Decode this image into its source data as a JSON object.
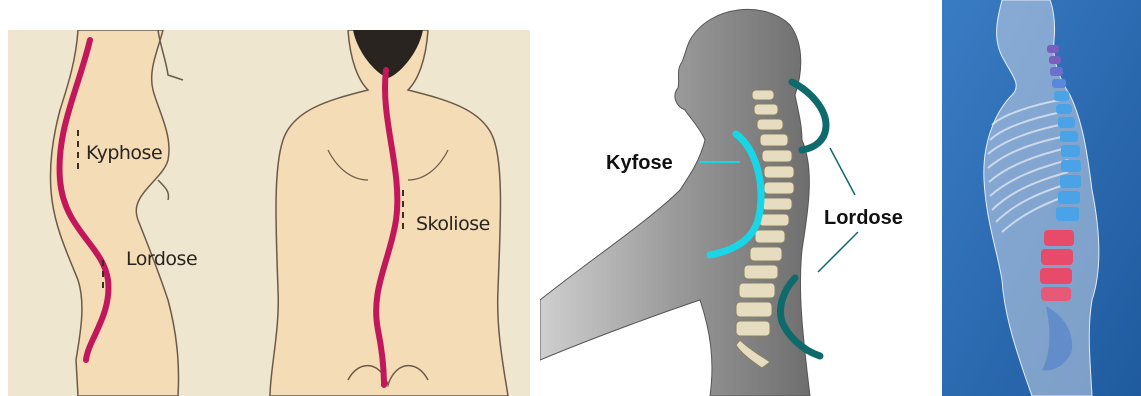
{
  "panel_left": {
    "labels": {
      "kyphose": "Kyphose",
      "lordose": "Lordose",
      "skoliose": "Skoliose"
    },
    "colors": {
      "background": "#efe6d0",
      "skin": "#f4dcb6",
      "spine_line": "#c2185b",
      "outline": "#6b5a48"
    }
  },
  "panel_middle": {
    "labels": {
      "kyfose": "Kyfose",
      "lordose": "Lordose"
    },
    "colors": {
      "kyfose_arc": "#19d6e6",
      "lordose_arc": "#0f6b6b",
      "body": "#8e8e8e",
      "bones": "#e6dcc0"
    }
  },
  "panel_right": {
    "colors": {
      "background": "#2f6fb6",
      "spine_upper": "#4aa3e6",
      "spine_lower": "#e84a6a",
      "body": "#c9d6e8"
    }
  }
}
